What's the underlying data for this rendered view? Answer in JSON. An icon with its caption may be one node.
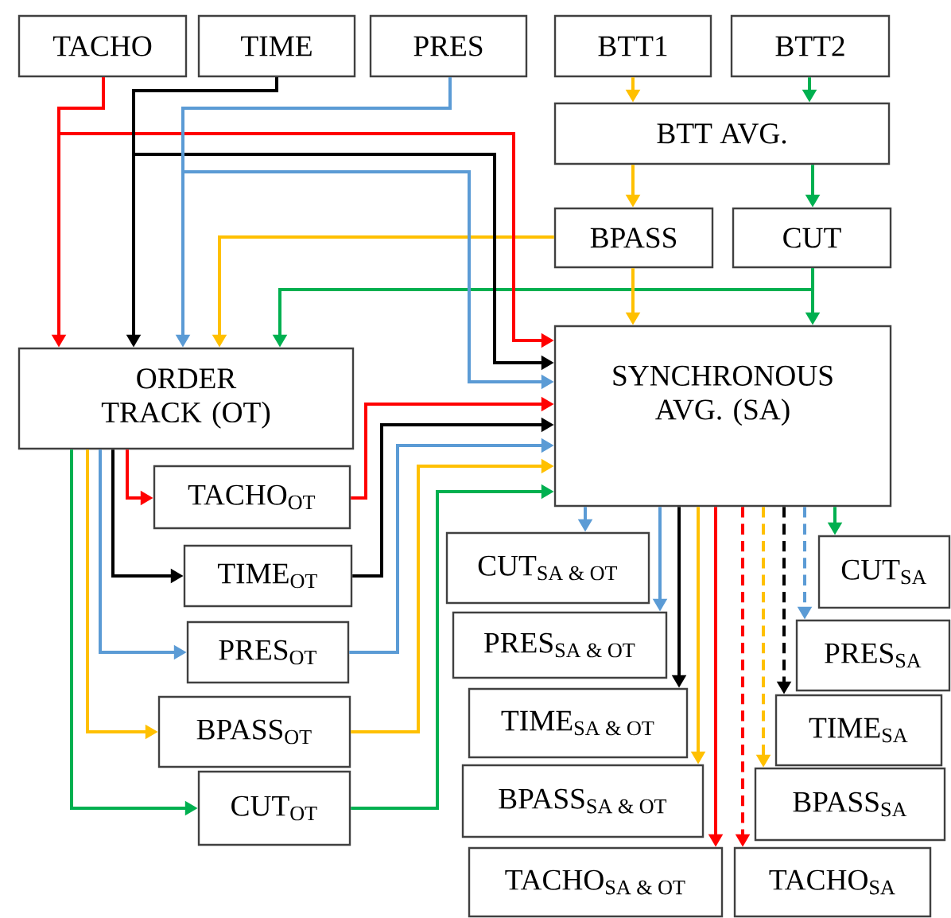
{
  "diagram": {
    "nodes": [
      {
        "text": [
          "TACHO"
        ]
      },
      {
        "text": [
          "TIME"
        ]
      },
      {
        "text": [
          "PRES"
        ]
      },
      {
        "text": [
          "BTT1"
        ]
      },
      {
        "text": [
          "BTT2"
        ]
      },
      {
        "text": [
          "BTT AVG."
        ]
      },
      {
        "text": [
          "BPASS"
        ]
      },
      {
        "text": [
          "CUT"
        ]
      },
      {
        "text": [
          "ORDER TRACK (OT)"
        ]
      },
      {
        "text": [
          "SYNCHRONOUS AVG. (SA)"
        ]
      },
      {
        "text": [
          "TACHO$_{OT}$"
        ]
      },
      {
        "text": [
          "TIME$_{OT}$"
        ]
      },
      {
        "text": [
          "PRES$_{OT}$"
        ]
      },
      {
        "text": [
          "BPASS$_{OT}$"
        ]
      },
      {
        "text": [
          "CUT$_{OT}$"
        ]
      },
      {
        "text": [
          "\\text{CUT}_{\\text{SA \\& OT}}"
        ]
      },
      {
        "text": [
          "\\text{PRES}_{\\text{SA \\& OT}}"
        ]
      },
      {
        "text": [
          "\\text{TIME}_{\\text{SA \\& OT}}"
        ]
      },
      {
        "text": [
          "\\text{BPASS}_{\\text{SA \\& OT}}"
        ]
      },
      {
        "text": [
          "\\text{TACHO}_{\\text{SA \\& OT}}"
        ]
      },
      {
        "text": [
          "CUT$_{SA}$"
        ]
      },
      {
        "text": [
          "PRES$_{SA}$"
        ]
      },
      {
        "text": [
          "TIME$_{SA}$"
        ]
      },
      {
        "text": [
          "BPASS$_{SA}$"
        ]
      },
      {
        "text": [
          "TACHO$_{SA}$"
        ]
      }
    ],
    "edges": [
      {
        "from": 0,
        "to": 8,
        "arrow": "to",
        "color": "#ff0000"
      },
      {
        "from": 1,
        "to": 8,
        "arrow": "to",
        "color": "#000000"
      },
      {
        "from": 2,
        "to": 8,
        "arrow": "to",
        "color": "#5b9bd5"
      },
      {
        "from": 6,
        "to": 8,
        "arrow": "to",
        "color": "#ffc000"
      },
      {
        "from": 7,
        "to": 8,
        "arrow": "to",
        "color": "#00b050"
      },
      {
        "from": 0,
        "to": 9,
        "arrow": "to",
        "color": "#ff0000"
      },
      {
        "from": 1,
        "to": 9,
        "arrow": "to",
        "color": "#000000"
      },
      {
        "from": 2,
        "to": 9,
        "arrow": "to",
        "color": "#5b9bd5"
      },
      {
        "from": 3,
        "to": 5,
        "arrow": "to",
        "color": "#ffc000"
      },
      {
        "from": 4,
        "to": 5,
        "arrow": "to",
        "color": "#00b050"
      },
      {
        "from": 5,
        "to": 6,
        "arrow": "to",
        "color": "#ffc000"
      },
      {
        "from": 5,
        "to": 7,
        "arrow": "to",
        "color": "#00b050"
      },
      {
        "from": 6,
        "to": 9,
        "arrow": "to",
        "color": "#ffc000"
      },
      {
        "from": 7,
        "to": 9,
        "arrow": "to",
        "color": "#00b050"
      },
      {
        "from": 8,
        "to": 10,
        "arrow": "to",
        "color": "#ff0000"
      },
      {
        "from": 8,
        "to": 11,
        "arrow": "to",
        "color": "#000000"
      },
      {
        "from": 8,
        "to": 12,
        "arrow": "to",
        "color": "#5b9bd5"
      },
      {
        "from": 8,
        "to": 13,
        "arrow": "to",
        "color": "#ffc000"
      },
      {
        "from": 8,
        "to": 14,
        "arrow": "to",
        "color": "#00b050"
      },
      {
        "from": 10,
        "to": 9,
        "arrow": "to",
        "color": "#ff0000"
      },
      {
        "from": 11,
        "to": 9,
        "arrow": "to",
        "color": "#000000"
      },
      {
        "from": 12,
        "to": 9,
        "arrow": "to",
        "color": "#5b9bd5"
      },
      {
        "from": 13,
        "to": 9,
        "arrow": "to",
        "color": "#ffc000"
      },
      {
        "from": 14,
        "to": 9,
        "arrow": "to",
        "color": "#00b050"
      },
      {
        "from": 9,
        "to": 15,
        "arrow": "to",
        "color": "#5b9bd5"
      },
      {
        "from": 9,
        "to": 16,
        "arrow": "to",
        "color": "#5b9bd5"
      },
      {
        "from": 9,
        "to": 17,
        "arrow": "to",
        "color": "#000000"
      },
      {
        "from": 9,
        "to": 18,
        "arrow": "to",
        "color": "#ffc000"
      },
      {
        "from": 9,
        "to": 19,
        "arrow": "to",
        "color": "#ff0000"
      },
      {
        "from": 9,
        "to": 24,
        "arrow": "to",
        "style": "dashed",
        "color": "#ff0000"
      },
      {
        "from": 9,
        "to": 23,
        "arrow": "to",
        "style": "dashed",
        "color": "#ffc000"
      },
      {
        "from": 9,
        "to": 22,
        "arrow": "to",
        "style": "dashed",
        "color": "#000000"
      },
      {
        "from": 9,
        "to": 21,
        "arrow": "to",
        "style": "dashed",
        "color": "#5b9bd5"
      },
      {
        "from": 9,
        "to": 20,
        "arrow": "to",
        "color": "#00b050"
      }
    ]
  }
}
